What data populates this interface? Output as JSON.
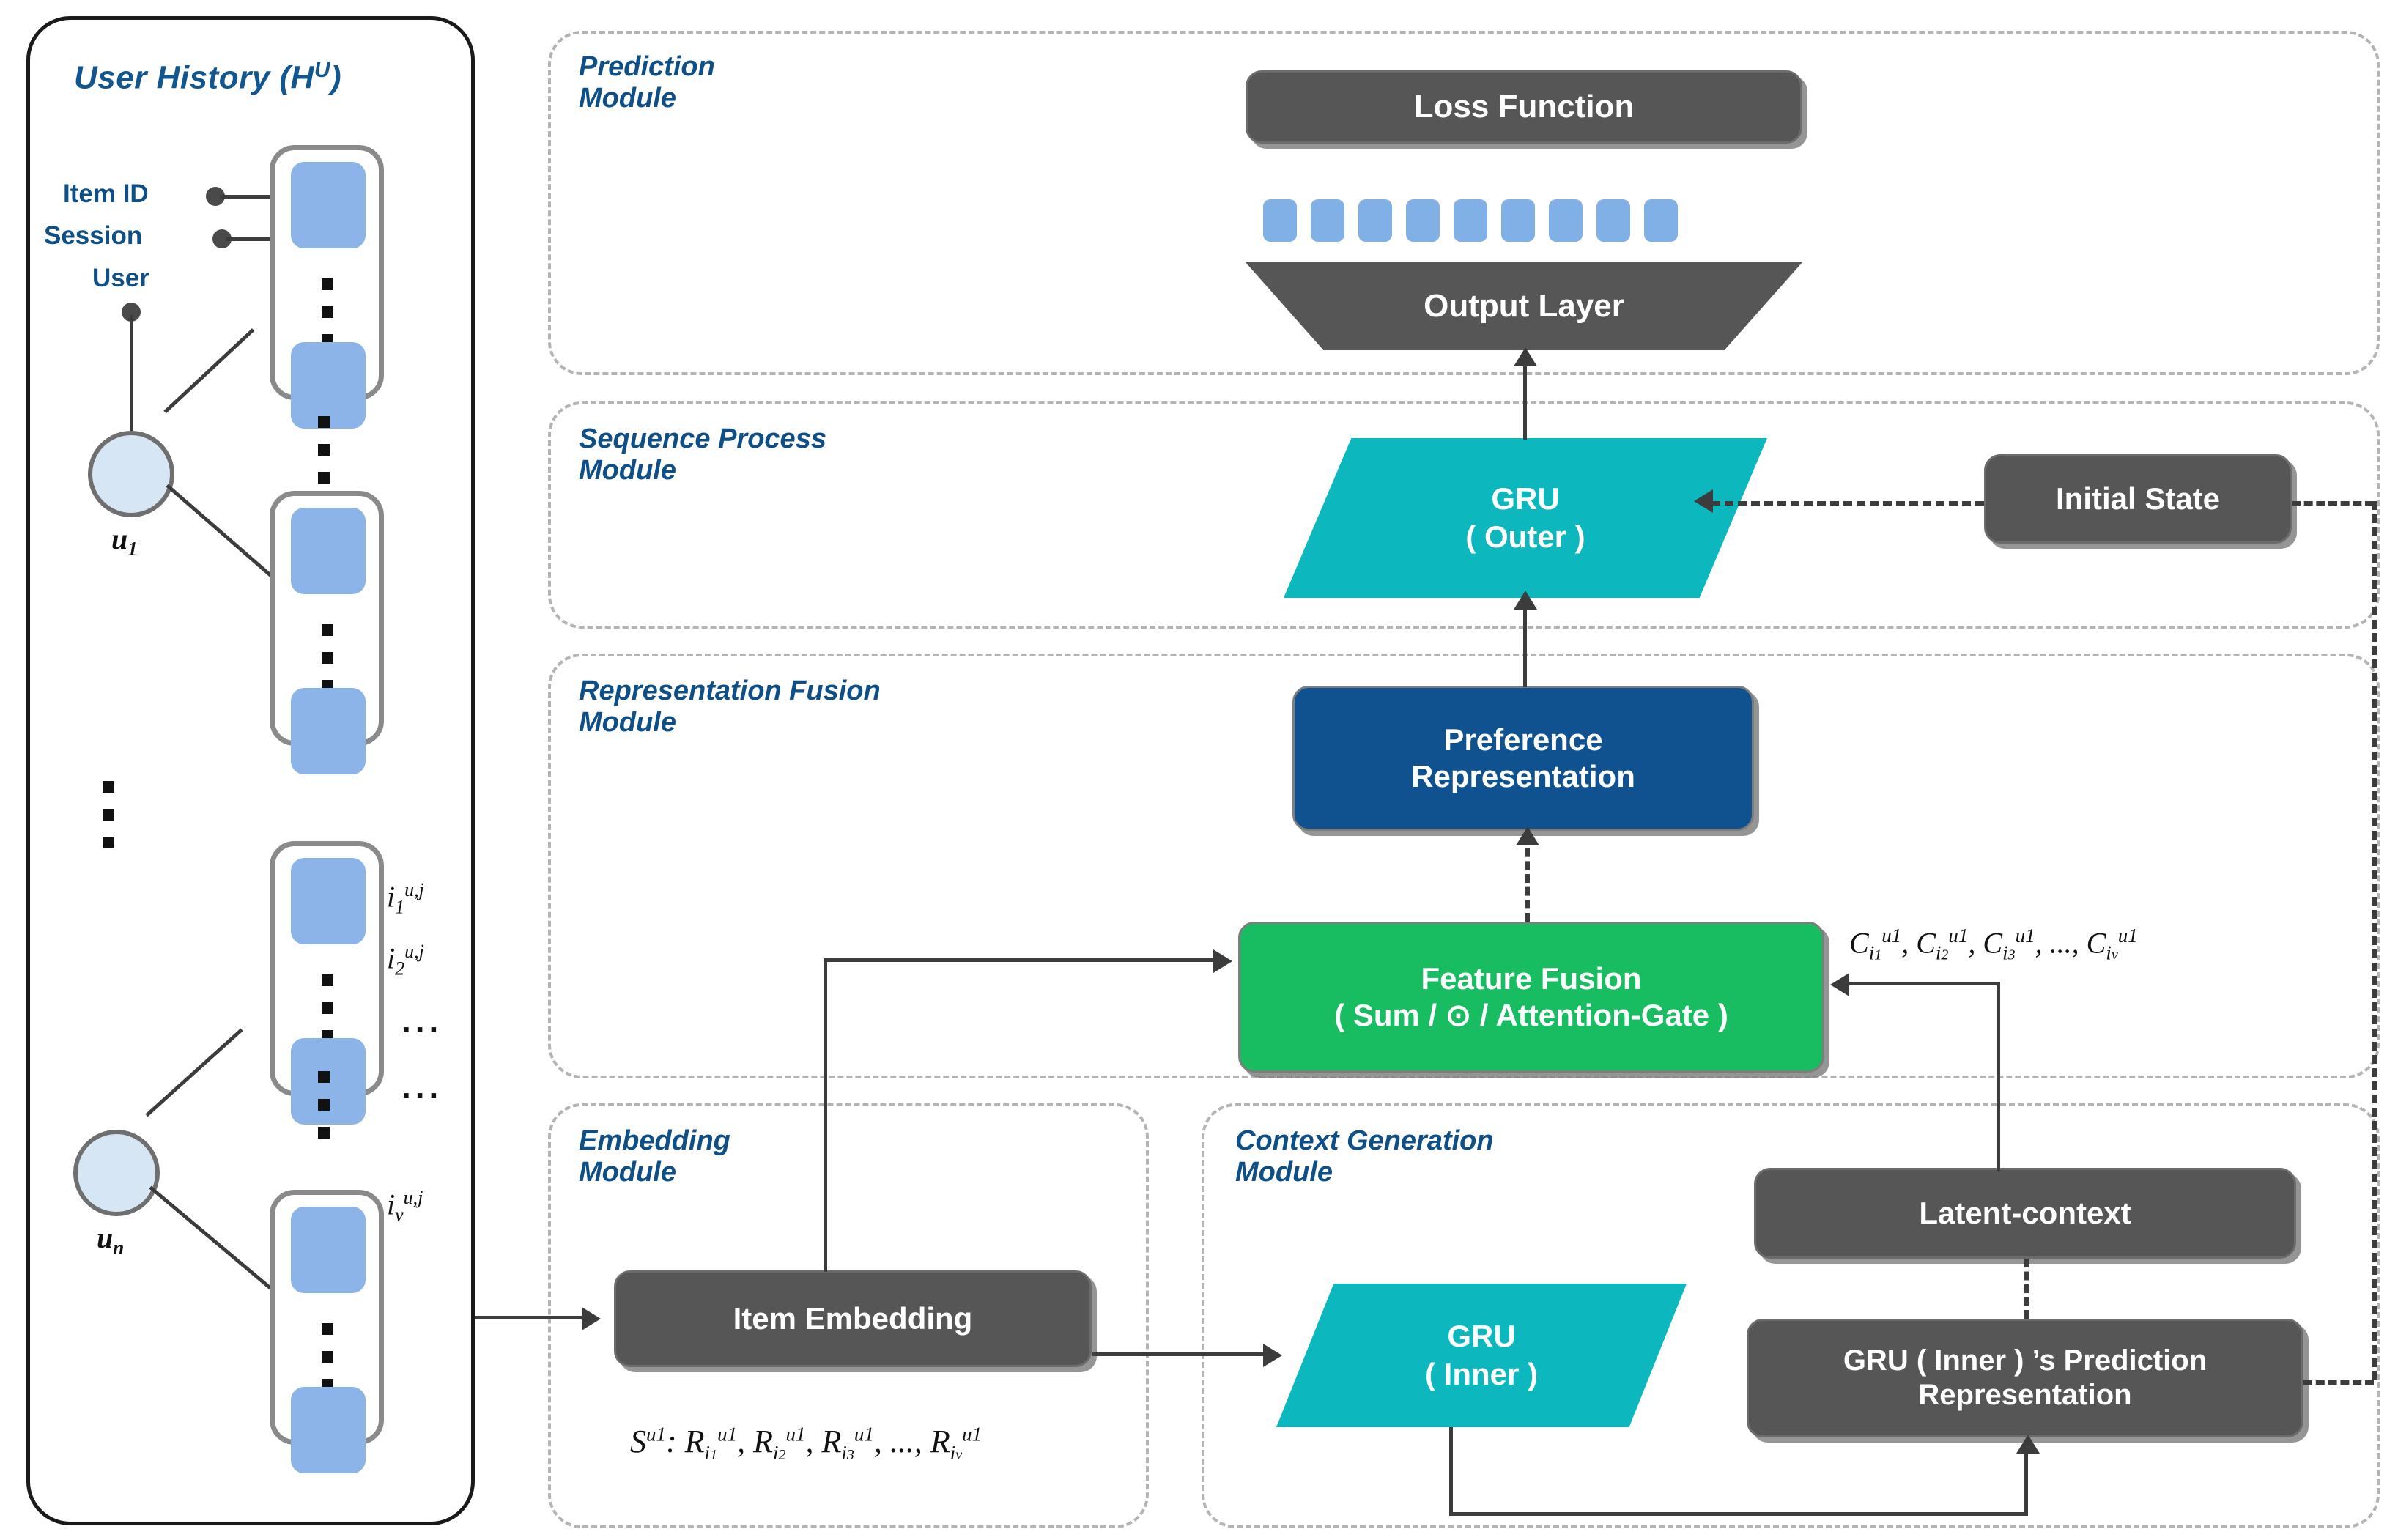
{
  "left_panel": {
    "title": "User History (H",
    "title_sup": "U",
    "title_close": ")",
    "annotations": [
      {
        "label": "Item ID"
      },
      {
        "label": "Session"
      },
      {
        "label": "User"
      }
    ],
    "users": [
      {
        "name": "u",
        "sub": "1"
      },
      {
        "name": "u",
        "sub": "n"
      }
    ],
    "item_labels": [
      {
        "base": "i",
        "sub": "1",
        "sup": "u,j"
      },
      {
        "base": "i",
        "sub": "2",
        "sup": "u,j"
      },
      {
        "base": "i",
        "sub": "v",
        "sup": "u,j"
      }
    ],
    "ellipsis": "...",
    "vertical_ellipsis": "⋮"
  },
  "modules": [
    {
      "id": "prediction",
      "label": "Prediction\nModule"
    },
    {
      "id": "sequence",
      "label": "Sequence Process\nModule"
    },
    {
      "id": "fusion",
      "label": "Representation Fusion\nModule"
    },
    {
      "id": "embedding",
      "label": "Embedding\nModule"
    },
    {
      "id": "context",
      "label": "Context Generation\nModule"
    }
  ],
  "nodes": {
    "loss_function": "Loss Function",
    "output_layer": "Output Layer",
    "gru_outer_line1": "GRU",
    "gru_outer_line2": "( Outer )",
    "initial_state": "Initial State",
    "preference_representation_line1": "Preference",
    "preference_representation_line2": "Representation",
    "feature_fusion_line1": "Feature Fusion",
    "feature_fusion_line2": "( Sum / ⊙ / Attention-Gate )",
    "item_embedding": "Item Embedding",
    "gru_inner_line1": "GRU",
    "gru_inner_line2": "( Inner )",
    "latent_context": "Latent-context",
    "gru_inner_pred_line1": "GRU ( Inner ) ’s Prediction",
    "gru_inner_pred_line2": "Representation"
  },
  "formulas": {
    "sequence": {
      "head": "S",
      "head_sup": "u1",
      "colon": ": ",
      "terms": [
        {
          "base": "R",
          "sub": "i",
          "subsub": "1",
          "sup": "u1"
        },
        {
          "base": "R",
          "sub": "i",
          "subsub": "2",
          "sup": "u1"
        },
        {
          "base": "R",
          "sub": "i",
          "subsub": "3",
          "sup": "u1"
        },
        {
          "base": "R",
          "sub": "i",
          "subsub": "v",
          "sup": "u1"
        }
      ],
      "ellipsis": "...,"
    },
    "context": {
      "terms": [
        {
          "base": "C",
          "sub": "i",
          "subsub": "1",
          "sup": "u1"
        },
        {
          "base": "C",
          "sub": "i",
          "subsub": "2",
          "sup": "u1"
        },
        {
          "base": "C",
          "sub": "i",
          "subsub": "3",
          "sup": "u1"
        },
        {
          "base": "C",
          "sub": "i",
          "subsub": "v",
          "sup": "u1"
        }
      ],
      "ellipsis": "...,"
    }
  },
  "output_embeddings_count": 9,
  "colors": {
    "module_label": "#0e4f88",
    "history_title": "#12568f",
    "gray_node": "#565656",
    "blue_node": "#0f528f",
    "green_node": "#18bd62",
    "teal_node": "#0cb8bd",
    "item_square": "#8cb4e8",
    "user_circle": "#d6e6f5",
    "panel_border": "#1a1a1a",
    "dashed_module": "#b4b4b4"
  }
}
